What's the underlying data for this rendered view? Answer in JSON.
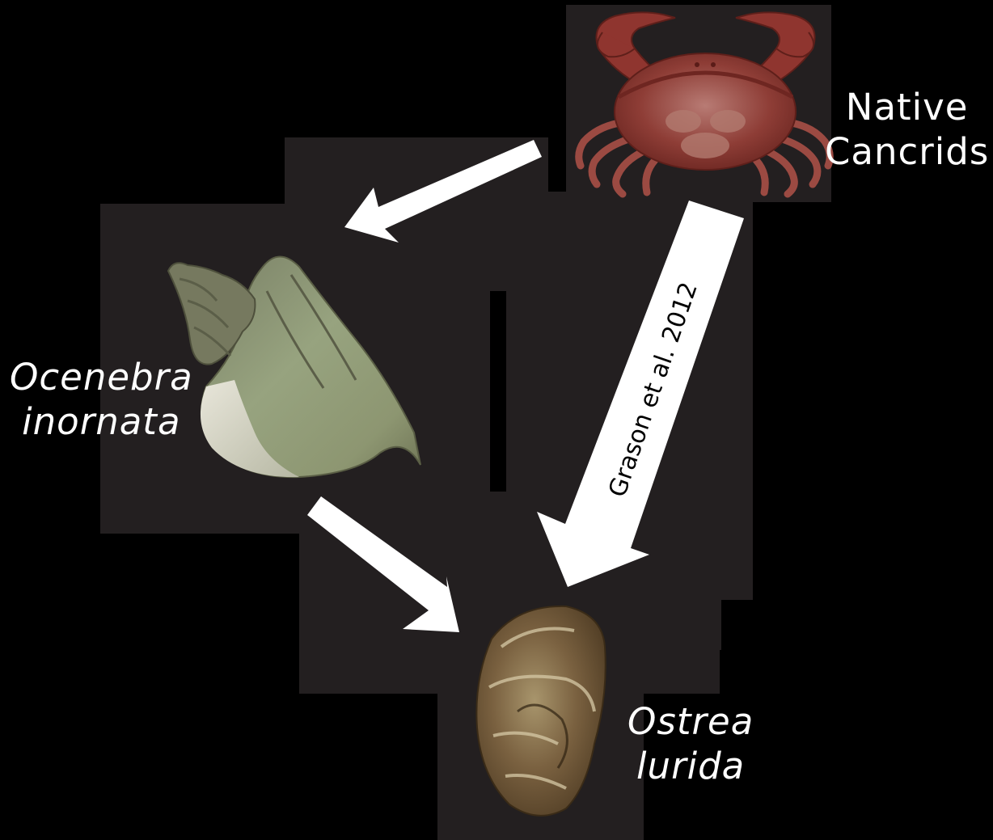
{
  "nodes": {
    "predator": {
      "line1": "Native",
      "line2": "Cancrids",
      "image": "red-rock-crab-photo"
    },
    "snail": {
      "line1": "Ocenebra",
      "line2": "inornata",
      "image": "drill-snail-shell-photo"
    },
    "prey": {
      "line1": "Ostrea",
      "line2": "lurida",
      "image": "olympia-oyster-shell-photo"
    }
  },
  "edges": {
    "crab_to_oyster_citation": "Grason et al. 2012"
  },
  "colors": {
    "background": "#000000",
    "panel": "#231f20",
    "arrow": "#ffffff",
    "text": "#ffffff",
    "citation_text": "#000000"
  }
}
